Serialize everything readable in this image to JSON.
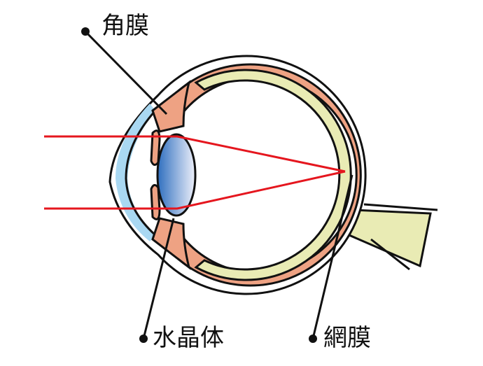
{
  "labels": {
    "cornea": "角膜",
    "lens": "水晶体",
    "retina": "網膜"
  },
  "colors": {
    "cornea": "#a9d8f2",
    "choroid": "#eea283",
    "retina": "#e9ebb4",
    "ray": "#e5161e",
    "lens_dark": "#2f6fbf",
    "lens_light": "#eef0fa"
  }
}
